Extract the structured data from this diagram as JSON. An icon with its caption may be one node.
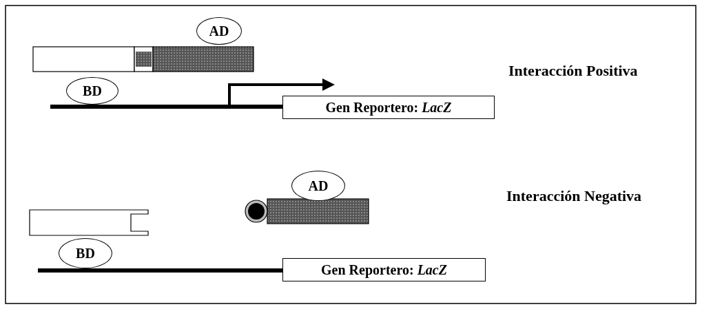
{
  "diagram": {
    "nodes": [
      {
        "text": [
          "AD"
        ]
      },
      {
        "text": [
          "BD"
        ]
      },
      {
        "text": [
          "Gen Reportero: *LacZ*"
        ]
      },
      {
        "text": [
          "AD"
        ]
      },
      {
        "text": [
          "BD"
        ]
      },
      {
        "text": [
          "Gen Reportero: *LacZ*"
        ]
      }
    ],
    "labels": [
      "Interacción Positiva",
      "Interacción Negativa"
    ]
  }
}
